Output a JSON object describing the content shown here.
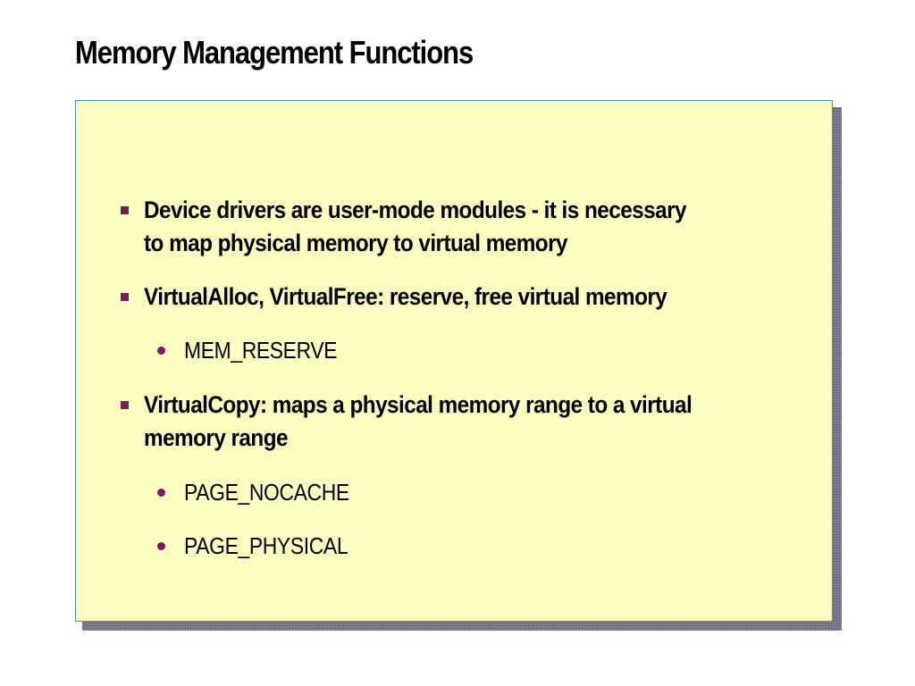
{
  "slide": {
    "title": "Memory Management Functions",
    "accent_color": "#7a1a5a",
    "box_fill": "#fcfcc0",
    "box_border": "#3c9c9c",
    "bullets": [
      {
        "level": 1,
        "marker": "square",
        "lines": [
          "Device drivers are user-mode modules - it is necessary",
          "to map physical memory to virtual memory"
        ]
      },
      {
        "level": 1,
        "marker": "square",
        "lines": [
          "VirtualAlloc, VirtualFree: reserve, free virtual memory"
        ]
      },
      {
        "level": 2,
        "marker": "dot",
        "lines": [
          "MEM_RESERVE"
        ]
      },
      {
        "level": 1,
        "marker": "square",
        "lines": [
          "VirtualCopy: maps a physical memory range to a virtual",
          "memory range"
        ]
      },
      {
        "level": 2,
        "marker": "dot",
        "lines": [
          "PAGE_NOCACHE"
        ]
      },
      {
        "level": 2,
        "marker": "dot",
        "lines": [
          "PAGE_PHYSICAL"
        ]
      }
    ]
  }
}
